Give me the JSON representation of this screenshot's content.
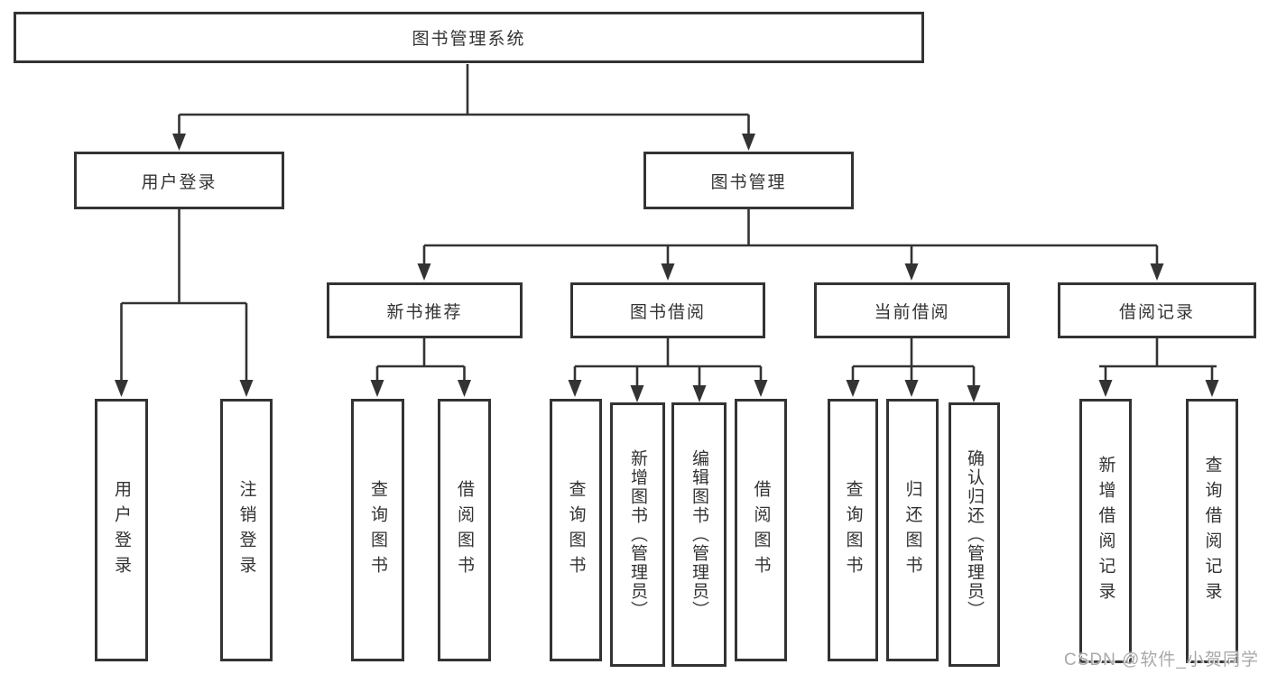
{
  "diagram_title": "图书管理系统",
  "colors": {
    "line": "#333333",
    "text": "#333333",
    "watermark": "#a9a9a9",
    "background": "#ffffff"
  },
  "nodes": {
    "root": {
      "label": "图书管理系统"
    },
    "user_login": {
      "label": "用户登录"
    },
    "book_mgmt": {
      "label": "图书管理"
    },
    "new_book_rec": {
      "label": "新书推荐"
    },
    "book_borrow": {
      "label": "图书借阅"
    },
    "current_borrow": {
      "label": "当前借阅"
    },
    "borrow_records": {
      "label": "借阅记录"
    },
    "leaf_login": {
      "label": "用户登录"
    },
    "leaf_logout": {
      "label": "注销登录"
    },
    "rec_query_book": {
      "label": "查询图书"
    },
    "rec_borrow_book": {
      "label": "借阅图书"
    },
    "bb_query_book": {
      "label": "查询图书"
    },
    "bb_add_book": {
      "label": "新增图书（管理员）"
    },
    "bb_edit_book": {
      "label": "编辑图书（管理员）"
    },
    "bb_borrow_book": {
      "label": "借阅图书"
    },
    "cb_query_book": {
      "label": "查询图书"
    },
    "cb_return_book": {
      "label": "归还图书"
    },
    "cb_confirm_return": {
      "label": "确认归还（管理员）"
    },
    "br_add_record": {
      "label": "新增借阅记录"
    },
    "br_query_record": {
      "label": "查询借阅记录"
    }
  },
  "watermark": {
    "text": "CSDN @软件_小贺同学"
  }
}
